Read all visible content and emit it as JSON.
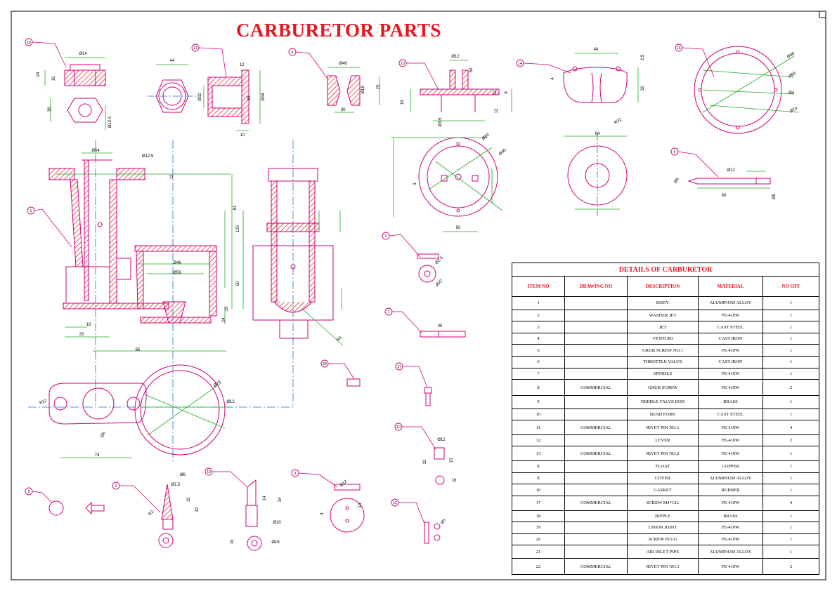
{
  "title": "CARBURETOR PARTS",
  "colors": {
    "title": "#e8141e",
    "outline": "#d0007a",
    "dimension": "#1fa81f",
    "center": "#1a6be0",
    "hatch": "#e8141e"
  },
  "bom": {
    "caption": "DETAILS OF CARBURETOR",
    "headers": [
      "ITEM NO",
      "DRAWING NO",
      "DESCRIPTION",
      "MATERIAL",
      "NO OFF"
    ],
    "rows": [
      [
        "1",
        "",
        "BODY",
        "ALUMINUM ALLOY",
        "1"
      ],
      [
        "2",
        "",
        "WASHER JET",
        "FE-410W",
        "1"
      ],
      [
        "3",
        "",
        "JET",
        "CAST STEEL",
        "1"
      ],
      [
        "4",
        "",
        "VENTURI",
        "CAST IRON",
        "1"
      ],
      [
        "5",
        "",
        "GRUB SCREW NO.1",
        "FE-410W",
        "1"
      ],
      [
        "6",
        "",
        "THROTTLE VALVE",
        "CAST IRON",
        "1"
      ],
      [
        "7",
        "",
        "SPINDLE",
        "FE-410W",
        "1"
      ],
      [
        "8",
        "COMMERCIAL",
        "GRUB SCREW",
        "FE-410W",
        "2"
      ],
      [
        "9",
        "",
        "NEEDLE VALVE ROD",
        "BRASS",
        "1"
      ],
      [
        "10",
        "",
        "BUSH FORK",
        "CAST STEEL",
        "1"
      ],
      [
        "11",
        "COMMERCIAL",
        "RIVET PIN NO.1",
        "FE-410W",
        "4"
      ],
      [
        "12",
        "",
        "LEVER",
        "FE-410W",
        "2"
      ],
      [
        "13",
        "COMMERCIAL",
        "RIVET PIN NO.2",
        "FE-410W",
        "1"
      ],
      [
        "8",
        "",
        "FLOAT",
        "COPPER",
        "1"
      ],
      [
        "8",
        "",
        "COVER",
        "ALUMINUM ALLOY",
        "1"
      ],
      [
        "16",
        "",
        "GASKET",
        "RUBBER",
        "1"
      ],
      [
        "17",
        "COMMERCIAL",
        "SCREW M4*12L",
        "FE-410W",
        "4"
      ],
      [
        "18",
        "",
        "NIPPLE",
        "BRASS",
        "1"
      ],
      [
        "19",
        "",
        "UNION JOINT",
        "FE-410W",
        "1"
      ],
      [
        "20",
        "",
        "SCREW PLUG",
        "FE-410W",
        "1"
      ],
      [
        "21",
        "",
        "AIR INLET PIPE",
        "ALUMINUM ALLOY",
        "1"
      ],
      [
        "22",
        "COMMERCIAL",
        "RIVET PIN NO.3",
        "FE-410W",
        "2"
      ]
    ]
  },
  "balloons": [
    {
      "label": "18"
    },
    {
      "label": "21"
    },
    {
      "label": "4"
    },
    {
      "label": "13"
    },
    {
      "label": "14"
    },
    {
      "label": "16"
    },
    {
      "label": "1"
    },
    {
      "label": "6"
    },
    {
      "label": "2"
    },
    {
      "label": "7"
    },
    {
      "label": "20"
    },
    {
      "label": "17"
    },
    {
      "label": "10"
    },
    {
      "label": "5"
    },
    {
      "label": "3"
    },
    {
      "label": "19"
    },
    {
      "label": "9"
    },
    {
      "label": "12"
    }
  ],
  "dims": [
    {
      "t": "Ø14"
    },
    {
      "t": "24"
    },
    {
      "t": "16"
    },
    {
      "t": "36"
    },
    {
      "t": "Ø12.5"
    },
    {
      "t": "44"
    },
    {
      "t": "12"
    },
    {
      "t": "Ø32"
    },
    {
      "t": "30"
    },
    {
      "t": "Ø44"
    },
    {
      "t": "10"
    },
    {
      "t": "Ø46"
    },
    {
      "t": "25"
    },
    {
      "t": "Ø16"
    },
    {
      "t": "30"
    },
    {
      "t": "12"
    },
    {
      "t": "Ø12"
    },
    {
      "t": "50"
    },
    {
      "t": "6"
    },
    {
      "t": "Ø3.5"
    },
    {
      "t": "12"
    },
    {
      "t": "18"
    },
    {
      "t": "48"
    },
    {
      "t": "2.5"
    },
    {
      "t": "32"
    },
    {
      "t": "R32"
    },
    {
      "t": "64"
    },
    {
      "t": "4"
    },
    {
      "t": "Ø68"
    },
    {
      "t": "Ø66"
    },
    {
      "t": "Ø4"
    },
    {
      "t": "Ø74"
    },
    {
      "t": "Ø64"
    },
    {
      "t": "Ø12.5"
    },
    {
      "t": "12"
    },
    {
      "t": "81"
    },
    {
      "t": "125"
    },
    {
      "t": "50"
    },
    {
      "t": "18"
    },
    {
      "t": "33"
    },
    {
      "t": "85"
    },
    {
      "t": "Ø46"
    },
    {
      "t": "Ø56"
    },
    {
      "t": "15"
    },
    {
      "t": "24"
    },
    {
      "t": "R4"
    },
    {
      "t": "Ø60"
    },
    {
      "t": "Ø40"
    },
    {
      "t": "3"
    },
    {
      "t": "50"
    },
    {
      "t": "Ø12"
    },
    {
      "t": "60"
    },
    {
      "t": "Ø6"
    },
    {
      "t": "Ø5"
    },
    {
      "t": "Ø2.5"
    },
    {
      "t": "Ø22"
    },
    {
      "t": "35"
    },
    {
      "t": "Ø74"
    },
    {
      "t": "Ø12"
    },
    {
      "t": "R12"
    },
    {
      "t": "Ø6"
    },
    {
      "t": "74"
    },
    {
      "t": "Ø6"
    },
    {
      "t": "Ø1.5"
    },
    {
      "t": "15"
    },
    {
      "t": "42"
    },
    {
      "t": "R2"
    },
    {
      "t": "10"
    },
    {
      "t": "14"
    },
    {
      "t": "34"
    },
    {
      "t": "Ø10"
    },
    {
      "t": "Ø16"
    },
    {
      "t": "Ø12"
    },
    {
      "t": "15"
    },
    {
      "t": "32"
    },
    {
      "t": "16"
    },
    {
      "t": "Ø12"
    },
    {
      "t": "14"
    },
    {
      "t": "4"
    },
    {
      "t": "Ø5"
    }
  ]
}
